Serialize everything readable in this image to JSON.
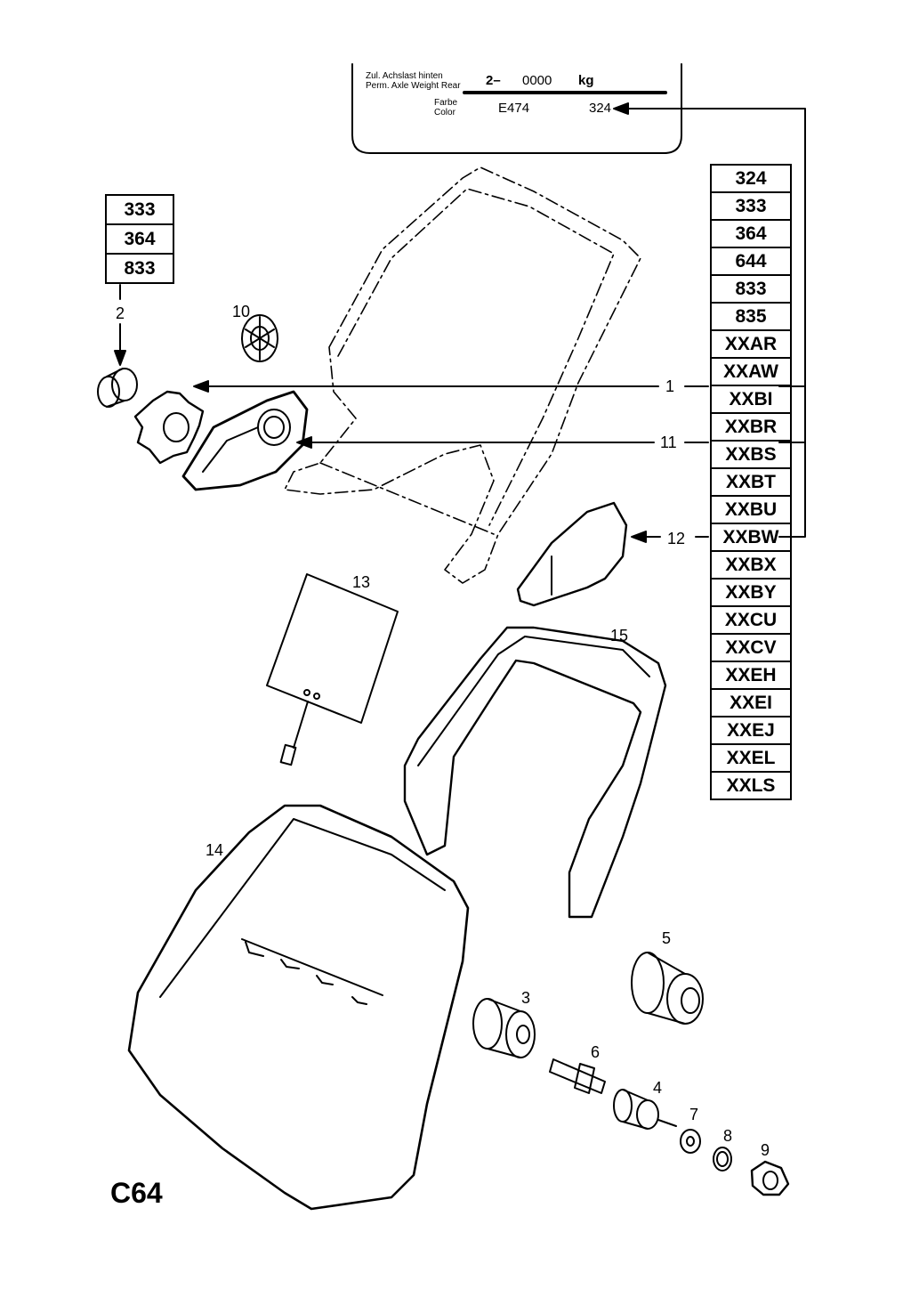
{
  "plate": {
    "label_de": "Zul. Achslast hinten",
    "label_en": "Perm. Axle Weight Rear",
    "weight_prefix": "2–",
    "weight_value": "0000",
    "weight_unit": "kg",
    "color_label_de": "Farbe",
    "color_label_en": "Color",
    "color_code_left": "E474",
    "color_code_right": "324"
  },
  "left_table": [
    "333",
    "364",
    "833"
  ],
  "right_table": [
    "324",
    "333",
    "364",
    "644",
    "833",
    "835",
    "XXAR",
    "XXAW",
    "XXBI",
    "XXBR",
    "XXBS",
    "XXBT",
    "XXBU",
    "XXBW",
    "XXBX",
    "XXBY",
    "XXCU",
    "XXCV",
    "XXEH",
    "XXEI",
    "XXEJ",
    "XXEL",
    "XXLS"
  ],
  "callouts": {
    "c1": "1",
    "c2": "2",
    "c3": "3",
    "c4": "4",
    "c5": "5",
    "c6": "6",
    "c7": "7",
    "c8": "8",
    "c9": "9",
    "c10": "10",
    "c11": "11",
    "c12": "12",
    "c13": "13",
    "c14": "14",
    "c15": "15"
  },
  "page_code": "C64"
}
